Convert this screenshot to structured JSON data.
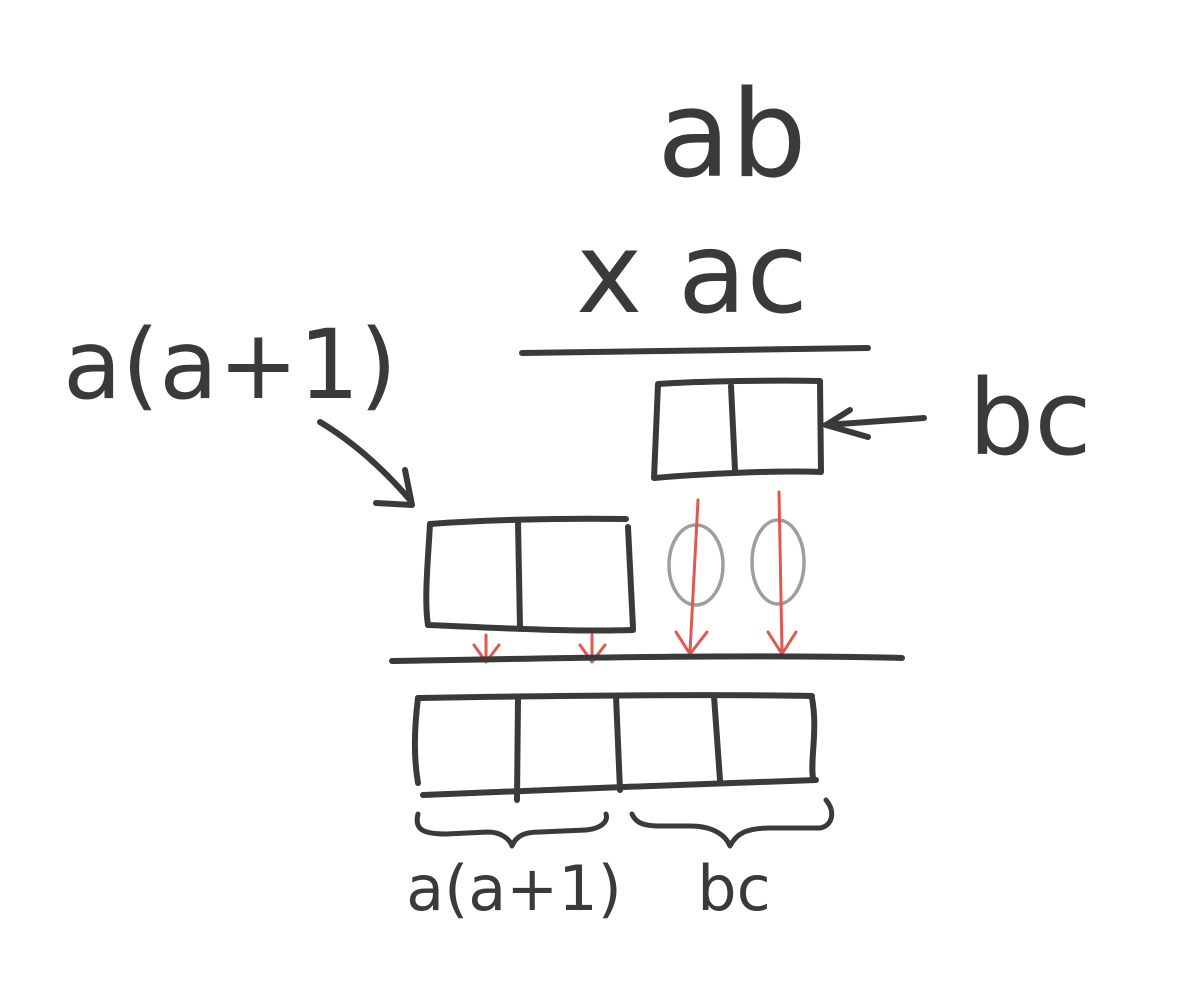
{
  "multiplicand": "ab",
  "multiplier": "x ac",
  "left_label": "a(a+1)",
  "right_label": "bc",
  "bottom_left_label": "a(a+1)",
  "bottom_right_label": "bc",
  "colors": {
    "ink": "#3a3a3a",
    "accent": "#e0584f",
    "zero_digits": "#9e9e9e",
    "background": "#ffffff"
  }
}
